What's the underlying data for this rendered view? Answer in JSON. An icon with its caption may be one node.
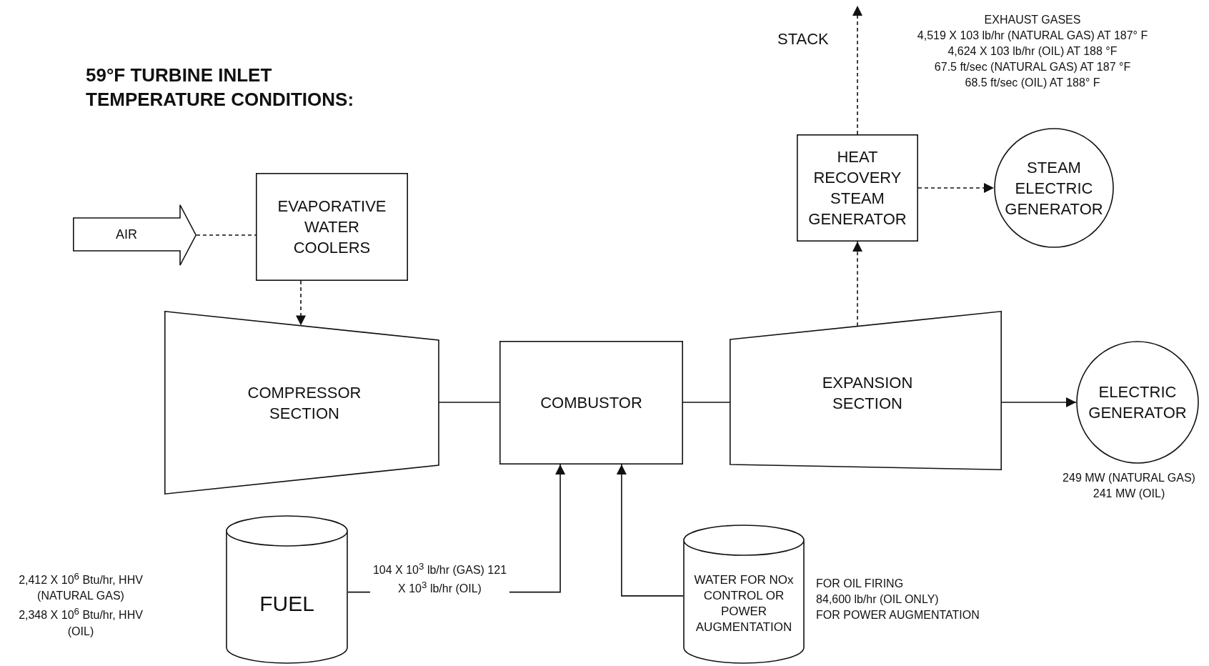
{
  "diagram": {
    "title": "59°F TURBINE INLET TEMPERATURE CONDITIONS:",
    "nodes": [
      {
        "text": [
          "AIR"
        ]
      },
      {
        "text": [
          "EVAPORATIVE WATER COOLERS"
        ]
      },
      {
        "text": [
          "COMPRESSOR SECTION"
        ]
      },
      {
        "text": [
          "COMBUSTOR"
        ]
      },
      {
        "text": [
          "EXPANSION SECTION"
        ]
      },
      {
        "text": [
          "HEAT RECOVERY STEAM GENERATOR"
        ]
      },
      {
        "text": [
          "STEAM ELECTRIC GENERATOR"
        ]
      },
      {
        "text": [
          "ELECTRIC GENERATOR"
        ],
        "beside": [
          "249 MW (NATURAL GAS)",
          "241 MW (OIL)"
        ]
      },
      {
        "text": [
          "FUEL"
        ],
        "beside": [
          "2,412 X 10$^{6}$ Btu/hr, HHV (NATURAL GAS)",
          "2,348 X 10$^{6}$ Btu/hr, HHV (OIL)"
        ]
      },
      {
        "text": [
          "WATER FOR NOx CONTROL OR POWER AUGMENTATION"
        ],
        "beside": [
          "FOR OIL FIRING",
          "84,600 lb/hr (OIL ONLY)",
          "FOR POWER AUGMENTATION"
        ]
      }
    ],
    "edges": [
      {
        "from": 0,
        "to": 1,
        "arrow": "none",
        "style": "dashed"
      },
      {
        "from": 1,
        "to": 2,
        "arrow": "to",
        "style": "dashed"
      },
      {
        "from": 2,
        "to": 3,
        "arrow": "none"
      },
      {
        "from": 3,
        "to": 4,
        "arrow": "none"
      },
      {
        "from": 4,
        "to": 5,
        "arrow": "to",
        "style": "dashed"
      },
      {
        "from": 5,
        "to": null,
        "arrow": "to",
        "style": "dashed"
      },
      {
        "from": 5,
        "to": 6,
        "arrow": "to",
        "style": "dashed"
      },
      {
        "from": 4,
        "to": 7,
        "arrow": "to"
      },
      {
        "from": 8,
        "to": 3,
        "arrow": "to",
        "label": "104 X 10$^{3}$ lb/hr (GAS) 121 X 10$^{3}$ lb/hr (OIL)"
      },
      {
        "from": 9,
        "to": 3,
        "arrow": "to"
      }
    ],
    "labels": [
      "STACK",
      "EXHAUST GASES",
      "4,519 X 103 lb/hr (NATURAL GAS) AT 187° F",
      "4,624 X 103 lb/hr (OIL) AT 188 °F",
      "67.5 ft/sec (NATURAL GAS) AT 187 °F",
      "68.5 ft/sec (OIL) AT 188° F"
    ]
  }
}
